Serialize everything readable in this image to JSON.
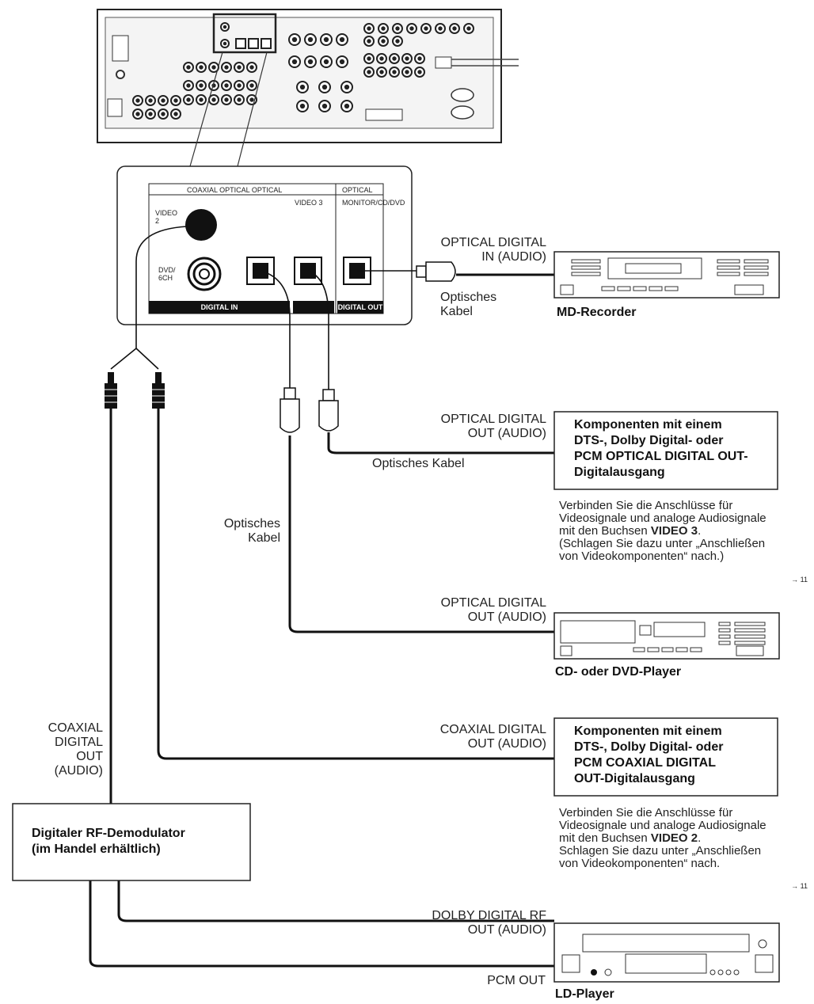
{
  "panel": {
    "header_left": "COAXIAL OPTICAL OPTICAL",
    "header_right": "OPTICAL",
    "video3": "VIDEO 3",
    "monitor": "MONITOR/CD/DVD",
    "video2": "VIDEO\n2",
    "dvd6ch": "DVD/\n6CH",
    "digital_in": "DIGITAL IN",
    "digital_out": "DIGITAL OUT"
  },
  "labels": {
    "md_in": "OPTICAL DIGITAL\nIN (AUDIO)",
    "optisches_kabel_1": "Optisches\nKabel",
    "md_recorder": "MD-Recorder",
    "opt_out_1": "OPTICAL DIGITAL\nOUT (AUDIO)",
    "optisches_kabel_2": "Optisches Kabel",
    "optisches_kabel_3": "Optisches\nKabel",
    "opt_out_2": "OPTICAL DIGITAL\nOUT (AUDIO)",
    "cd_dvd_player": "CD- oder DVD-Player",
    "coax_left": "COAXIAL\nDIGITAL\nOUT\n(AUDIO)",
    "coax_out": "COAXIAL DIGITAL\nOUT (AUDIO)",
    "dolby_rf": "DOLBY DIGITAL RF\nOUT (AUDIO)",
    "pcm_out": "PCM OUT",
    "ld_player": "LD-Player",
    "ref1": "→ 11",
    "ref2": "→ 11"
  },
  "boxes": {
    "optical_component": "Komponenten mit einem\nDTS-, Dolby Digital- oder\nPCM OPTICAL DIGITAL OUT-\nDigitalausgang",
    "coaxial_component": "Komponenten mit einem\nDTS-, Dolby Digital- oder\nPCM COAXIAL DIGITAL\nOUT-Digitalausgang",
    "demodulator": "Digitaler RF-Demodulator\n(im Handel erhältlich)"
  },
  "notes": {
    "video3_note_a": "Verbinden Sie die Anschlüsse für\nVideosignale und analoge Audiosignale\nmit den Buchsen ",
    "video3_note_bold": "VIDEO 3",
    "video3_note_b": ".\n(Schlagen Sie dazu unter „Anschließen\nvon Videokomponenten“ nach.)",
    "video2_note_a": "Verbinden Sie die Anschlüsse für\nVideosignale und analoge Audiosignale\nmit den Buchsen ",
    "video2_note_bold": "VIDEO 2",
    "video2_note_b": ".\nSchlagen Sie dazu unter „Anschließen\nvon Videokomponenten“ nach."
  }
}
